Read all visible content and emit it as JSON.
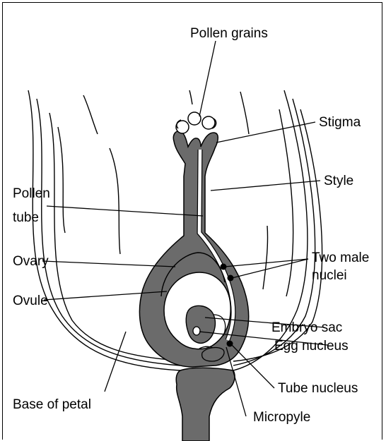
{
  "labels": {
    "pollen_grains": "Pollen grains",
    "stigma": "Stigma",
    "style": "Style",
    "pollen_tube_1": "Pollen",
    "pollen_tube_2": "tube",
    "ovary": "Ovary",
    "two_male_nuclei_1": "Two male",
    "two_male_nuclei_2": "nuclei",
    "ovule": "Ovule",
    "embryo_sac": "Embryo sac",
    "egg_nucleus": "Egg nucleus",
    "tube_nucleus": "Tube nucleus",
    "base_of_petal": "Base of petal",
    "micropyle": "Micropyle"
  },
  "colors": {
    "tissue": "#6b6b6b",
    "outline": "#000000",
    "background": "#ffffff"
  }
}
